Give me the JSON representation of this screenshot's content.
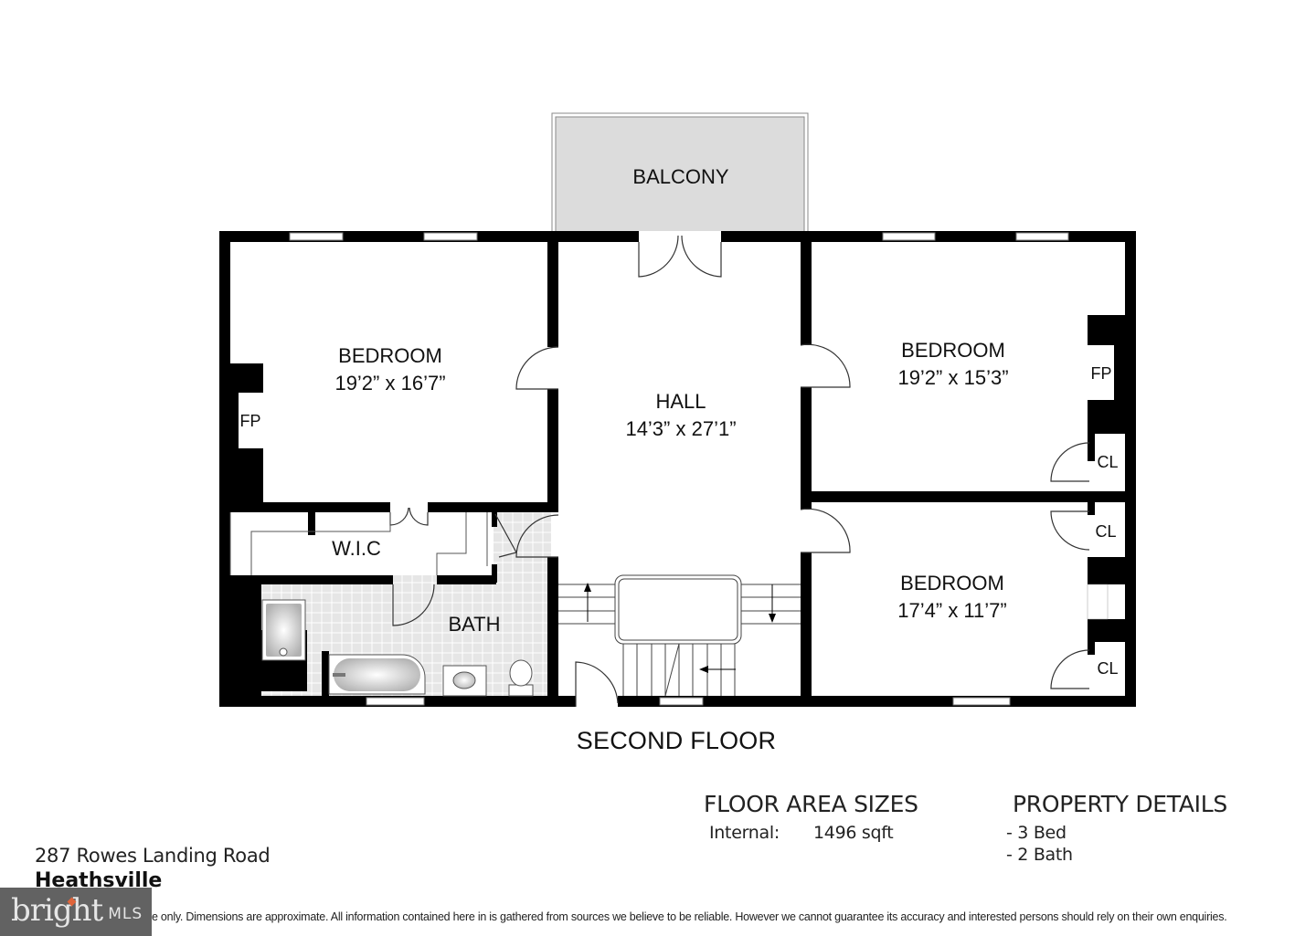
{
  "floor_title": "SECOND FLOOR",
  "rooms": {
    "balcony": {
      "name": "BALCONY"
    },
    "bedroom_left": {
      "name": "BEDROOM",
      "dims": "19’2” x 16’7”"
    },
    "hall": {
      "name": "HALL",
      "dims": "14’3” x 27’1”"
    },
    "bedroom_right_top": {
      "name": "BEDROOM",
      "dims": "19’2” x 15’3”"
    },
    "bedroom_right_bottom": {
      "name": "BEDROOM",
      "dims": "17’4” x 11’7”"
    },
    "wic": {
      "name": "W.I.C"
    },
    "bath": {
      "name": "BATH"
    }
  },
  "fixtures": {
    "fp_left": "FP",
    "fp_right": "FP",
    "cl_1": "CL",
    "cl_2": "CL",
    "cl_3": "CL"
  },
  "floor_area": {
    "heading": "FLOOR AREA SIZES",
    "internal_label": "Internal:",
    "internal_value": "1496 sqft"
  },
  "property_details": {
    "heading": "PROPERTY DETAILS",
    "items": [
      "- 3 Bed",
      "- 2 Bath"
    ]
  },
  "address": {
    "street": "287 Rowes Landing Road",
    "city": "Heathsville"
  },
  "disclaimer": "ve only. Dimensions are approximate. All information contained here in is gathered from sources we believe to be reliable. However we cannot guarantee its accuracy and interested persons should rely on their own enquiries.",
  "logo": {
    "brand": "bright",
    "suffix": "MLS",
    "bg_color": "#626262",
    "accent_color": "#e0643a"
  },
  "colors": {
    "wall": "#000000",
    "balcony_fill": "#dcdcdc",
    "tile": "#e8e8e8"
  }
}
